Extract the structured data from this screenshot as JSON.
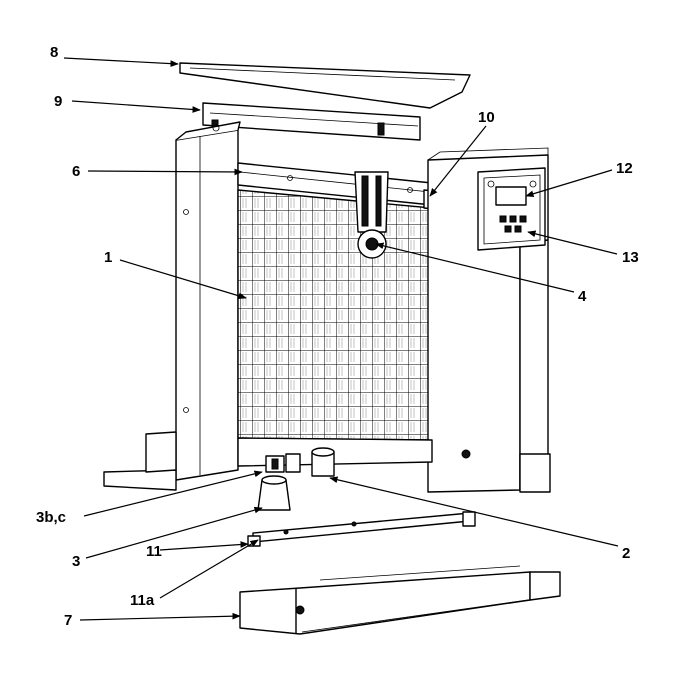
{
  "diagram": {
    "callouts": {
      "c1": "1",
      "c2": "2",
      "c3": "3",
      "c3bc": "3b,c",
      "c4": "4",
      "c6": "6",
      "c7": "7",
      "c8": "8",
      "c9": "9",
      "c10": "10",
      "c11": "11",
      "c11a": "11a",
      "c12": "12",
      "c13": "13"
    }
  }
}
